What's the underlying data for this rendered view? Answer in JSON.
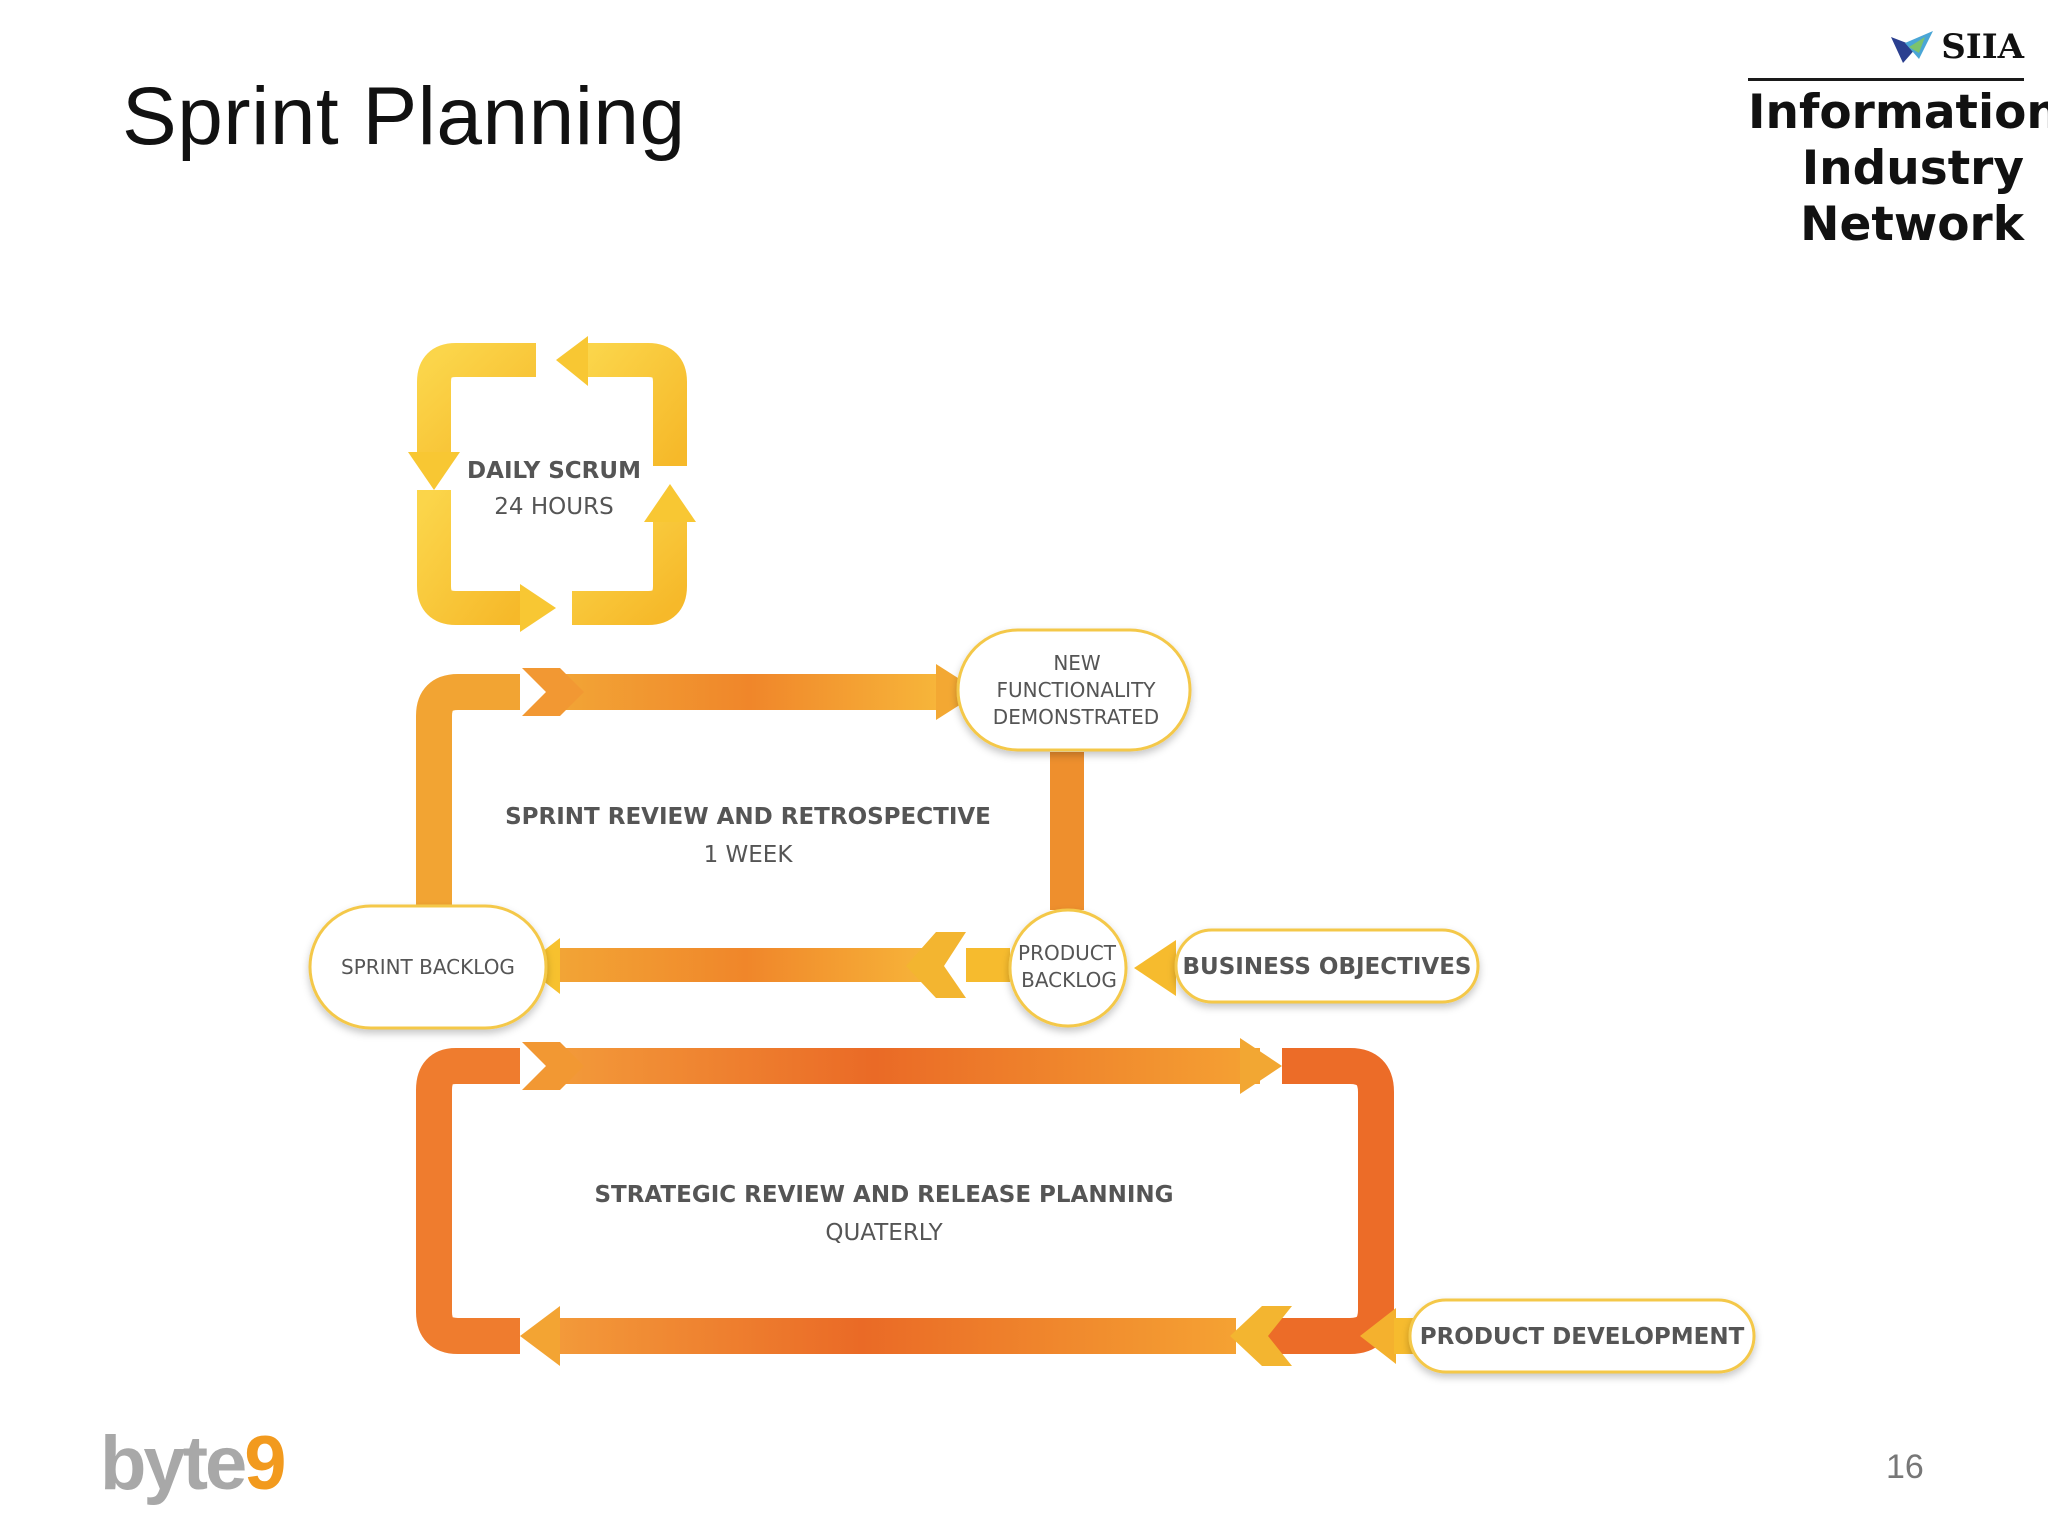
{
  "slide": {
    "title": "Sprint Planning",
    "page_number": "16"
  },
  "siia_logo": {
    "icon": "siia-arrow-icon",
    "name": "SIIA",
    "lines": [
      "Information",
      "Industry",
      "Network"
    ]
  },
  "byte9_logo": {
    "word": "byte",
    "digit": "9"
  },
  "daily_scrum": {
    "title": "DAILY SCRUM",
    "period": "24 HOURS"
  },
  "sprint_review": {
    "title": "SPRINT REVIEW AND RETROSPECTIVE",
    "period": "1 WEEK"
  },
  "strategic_review": {
    "title": "STRATEGIC REVIEW AND RELEASE PLANNING",
    "period": "QUATERLY"
  },
  "nodes": {
    "new_functionality": [
      "NEW",
      "FUNCTIONALITY",
      "DEMONSTRATED"
    ],
    "product_backlog": [
      "PRODUCT",
      "BACKLOG"
    ],
    "sprint_backlog": "SPRINT BACKLOG",
    "business_objectives": "BUSINESS OBJECTIVES",
    "product_development": "PRODUCT DEVELOPMENT"
  },
  "colors": {
    "yellow": "#f7c22f",
    "light_yellow": "#fbd54a",
    "orange": "#f0a52d",
    "deep_orange": "#ea6a26",
    "node_border": "#f4c84a",
    "label_text": "#555555"
  }
}
